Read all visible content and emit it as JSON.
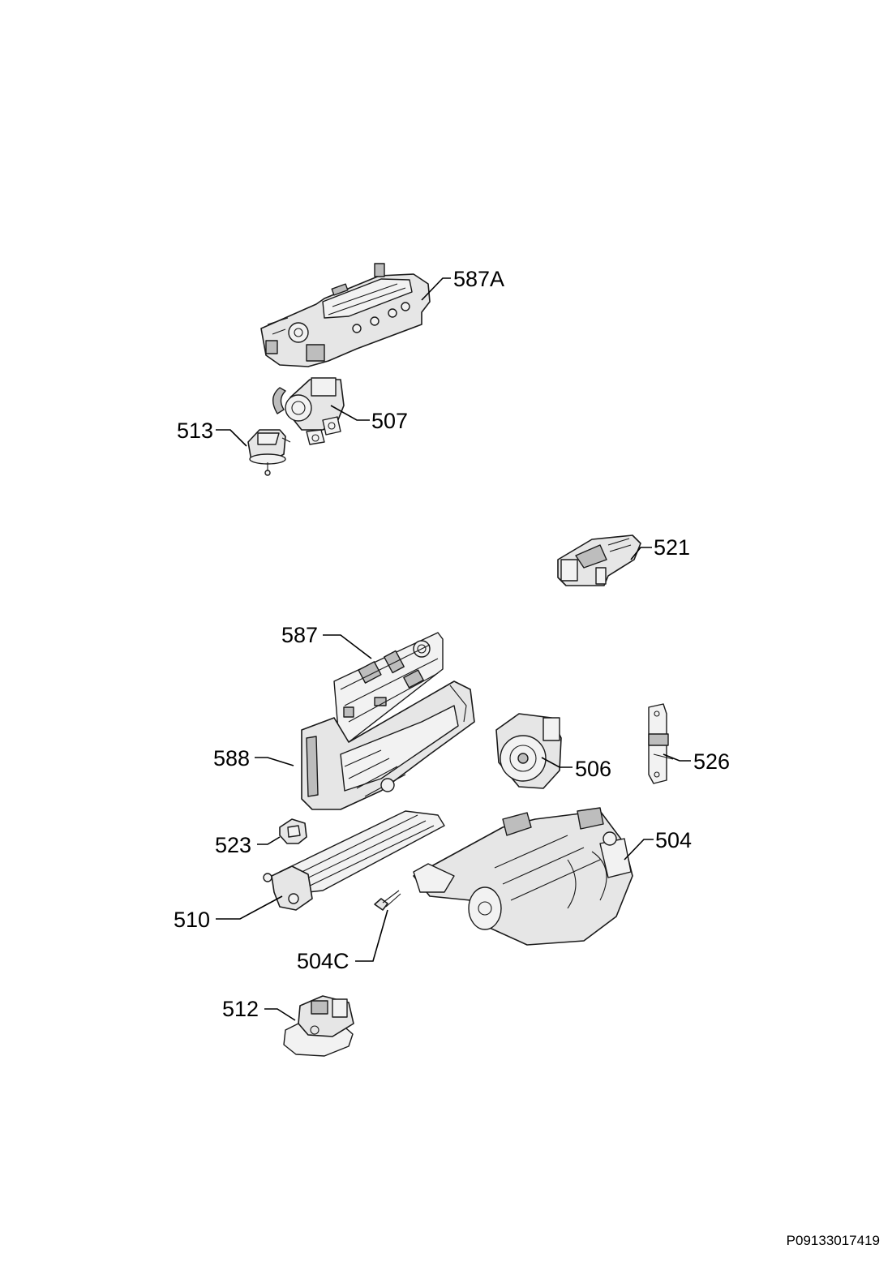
{
  "diagram": {
    "document_number": "P09133017419",
    "parts": [
      {
        "id": "587A",
        "label": "587A"
      },
      {
        "id": "507",
        "label": "507"
      },
      {
        "id": "513",
        "label": "513"
      },
      {
        "id": "521",
        "label": "521"
      },
      {
        "id": "587",
        "label": "587"
      },
      {
        "id": "588",
        "label": "588"
      },
      {
        "id": "506",
        "label": "506"
      },
      {
        "id": "526",
        "label": "526"
      },
      {
        "id": "523",
        "label": "523"
      },
      {
        "id": "504",
        "label": "504"
      },
      {
        "id": "510",
        "label": "510"
      },
      {
        "id": "504C",
        "label": "504C"
      },
      {
        "id": "512",
        "label": "512"
      }
    ]
  }
}
